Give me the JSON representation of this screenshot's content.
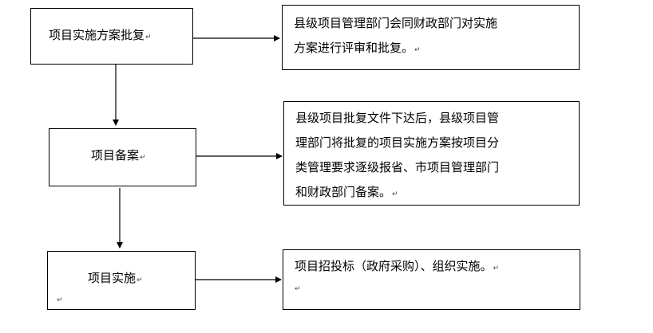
{
  "diagram": {
    "steps": [
      {
        "label": "项目实施方案批复",
        "note": "县级项目管理部门会同财政部门对实施\n方案进行评审和批复。"
      },
      {
        "label": "项目备案",
        "note": "县级项目批复文件下达后，县级项目管\n理部门将批复的项目实施方案按项目分\n类管理要求逐级报省、市项目管理部门\n和财政部门备案。"
      },
      {
        "label": "项目实施",
        "note": "项目招投标（政府采购）、组织实施。"
      }
    ],
    "paragraph_mark": "↵"
  }
}
